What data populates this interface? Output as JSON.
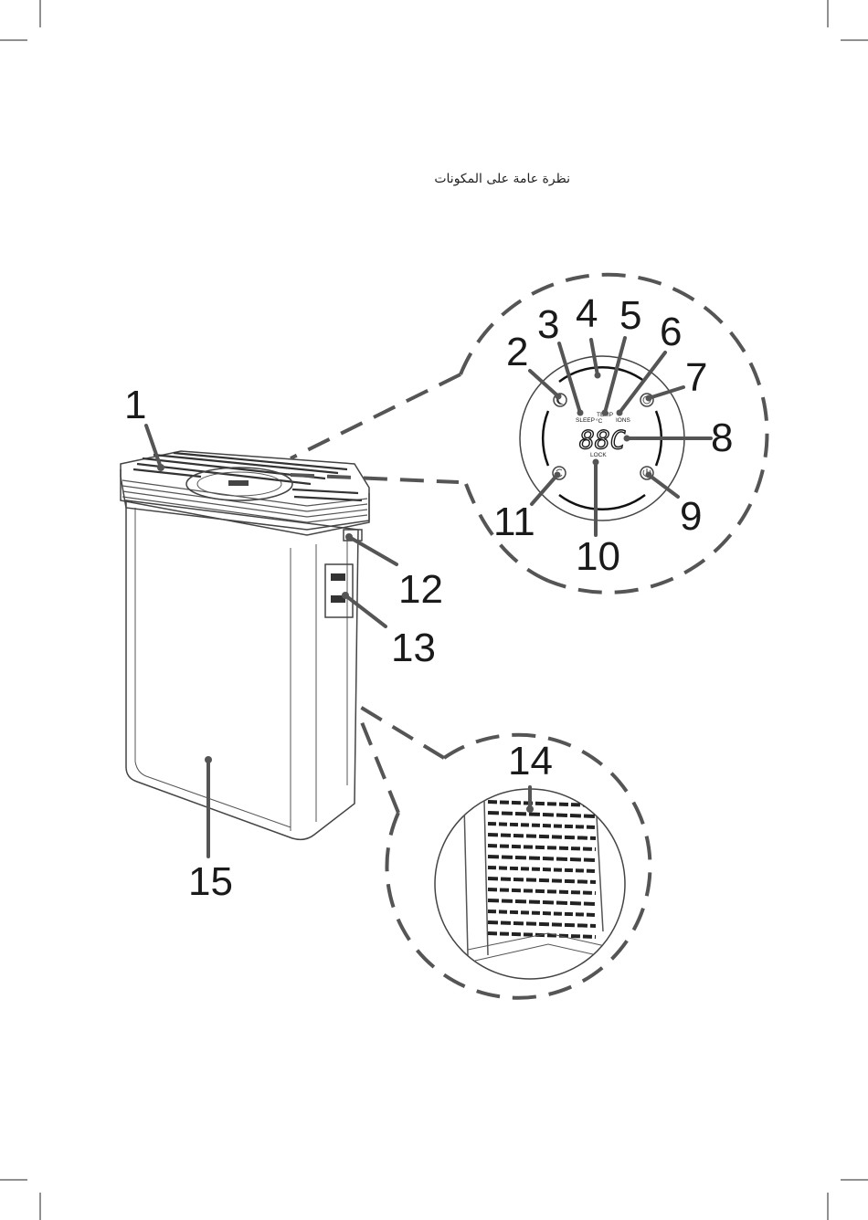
{
  "heading": "نظرة عامة على المكونات",
  "display": {
    "labels": {
      "sleep": "SLEEP",
      "temp": "TEMP",
      "ions": "IONS",
      "lock": "LOCK"
    },
    "readout": "88C",
    "icons": [
      "moon-icon",
      "timer-icon",
      "power-icon",
      "mode-cycle-icon"
    ]
  },
  "callouts": [
    "1",
    "2",
    "3",
    "4",
    "5",
    "6",
    "7",
    "8",
    "9",
    "10",
    "11",
    "12",
    "13",
    "14",
    "15"
  ]
}
